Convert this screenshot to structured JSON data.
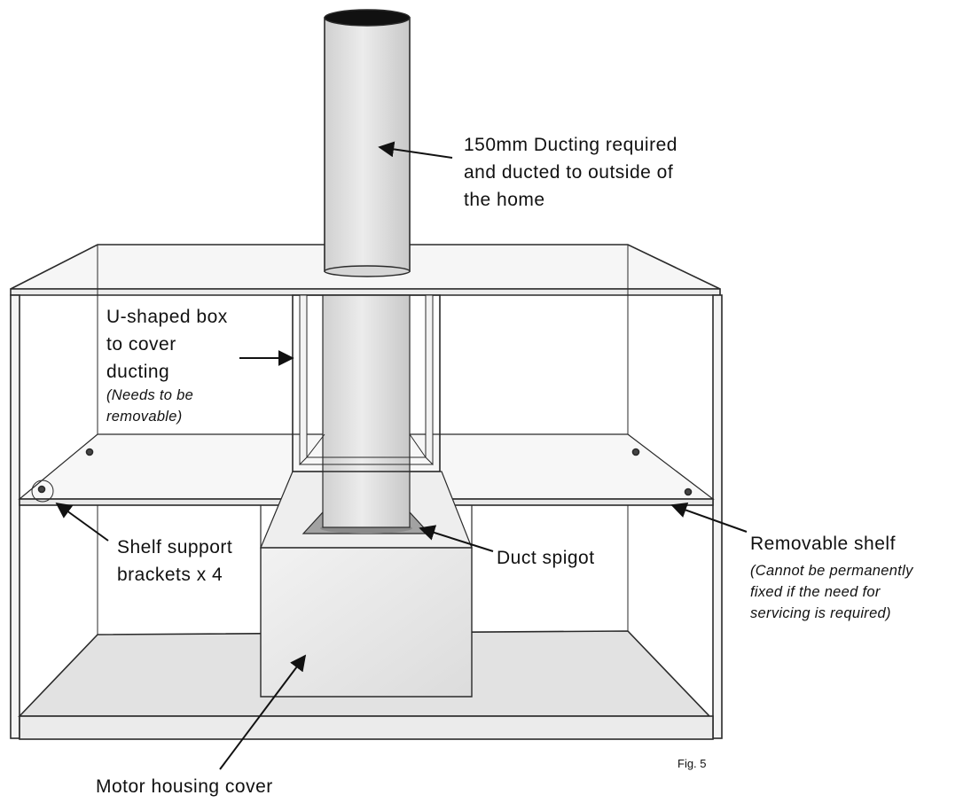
{
  "labels": {
    "ducting": [
      "150mm Ducting required",
      "and ducted to outside of",
      "the home"
    ],
    "u_box": [
      "U-shaped box",
      "to cover",
      "ducting"
    ],
    "u_box_note": [
      "(Needs to be",
      "removable)"
    ],
    "shelf_support": [
      "Shelf support",
      "brackets x 4"
    ],
    "duct_spigot": "Duct spigot",
    "removable_shelf": "Removable shelf",
    "removable_shelf_note": [
      "(Cannot be permanently",
      "fixed if the need for",
      "servicing is required)"
    ],
    "motor_housing": "Motor housing cover",
    "figure": "Fig. 5"
  },
  "colors": {
    "outline": "#2a2a2a",
    "panel_light": "#f1f1f1",
    "floor": "#e2e2e2",
    "box_face": "#e6e6e6",
    "duct_top": "#111111",
    "spigot": "#9a9a9a"
  }
}
